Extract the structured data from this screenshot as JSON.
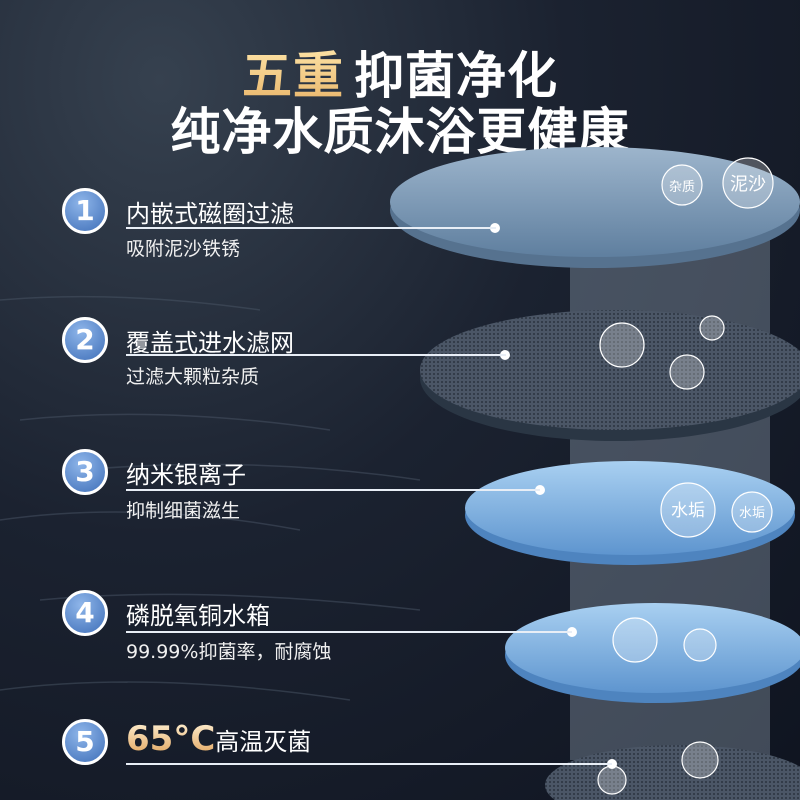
{
  "title": {
    "highlight": "五重",
    "line1_rest": "抑菌净化",
    "line2": "纯净水质沐浴更健康"
  },
  "features": [
    {
      "number": "1",
      "heading": "内嵌式磁圈过滤",
      "sub": "吸附泥沙铁锈"
    },
    {
      "number": "2",
      "heading": "覆盖式进水滤网",
      "sub": "过滤大颗粒杂质"
    },
    {
      "number": "3",
      "heading": "纳米银离子",
      "sub": "抑制细菌滋生"
    },
    {
      "number": "4",
      "heading": "磷脱氧铜水箱",
      "sub": "99.99%抑菌率，耐腐蚀"
    },
    {
      "number": "5",
      "heading_highlight": "65°C",
      "heading": "高温灭菌"
    }
  ],
  "bubbles": {
    "impurity": "杂质",
    "sand": "泥沙",
    "scale1": "水垢",
    "scale2": "水垢"
  },
  "colors": {
    "accent_gold": "#e9b56a",
    "badge_blue": "#3f6fb8",
    "background": "#1b2230"
  }
}
